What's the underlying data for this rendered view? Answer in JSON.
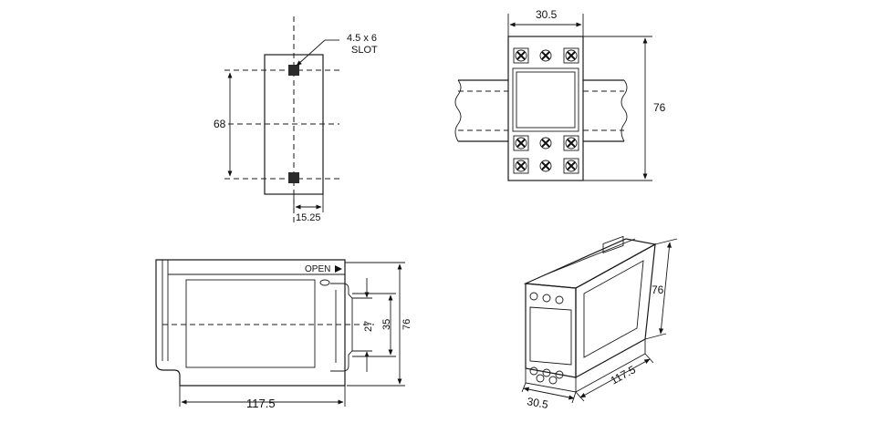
{
  "views": {
    "side": {
      "slot_label_line1": "4.5 x 6",
      "slot_label_line2": "SLOT",
      "dim_height": "68",
      "dim_offset": "15.25"
    },
    "front": {
      "dim_width": "30.5",
      "dim_height": "76"
    },
    "top": {
      "open_label": "OPEN",
      "dim_length": "117.5",
      "dim_27": "27",
      "dim_35": "35",
      "dim_76": "76"
    },
    "isometric": {
      "dim_height": "76",
      "dim_length": "117.5",
      "dim_width": "30.5"
    }
  }
}
